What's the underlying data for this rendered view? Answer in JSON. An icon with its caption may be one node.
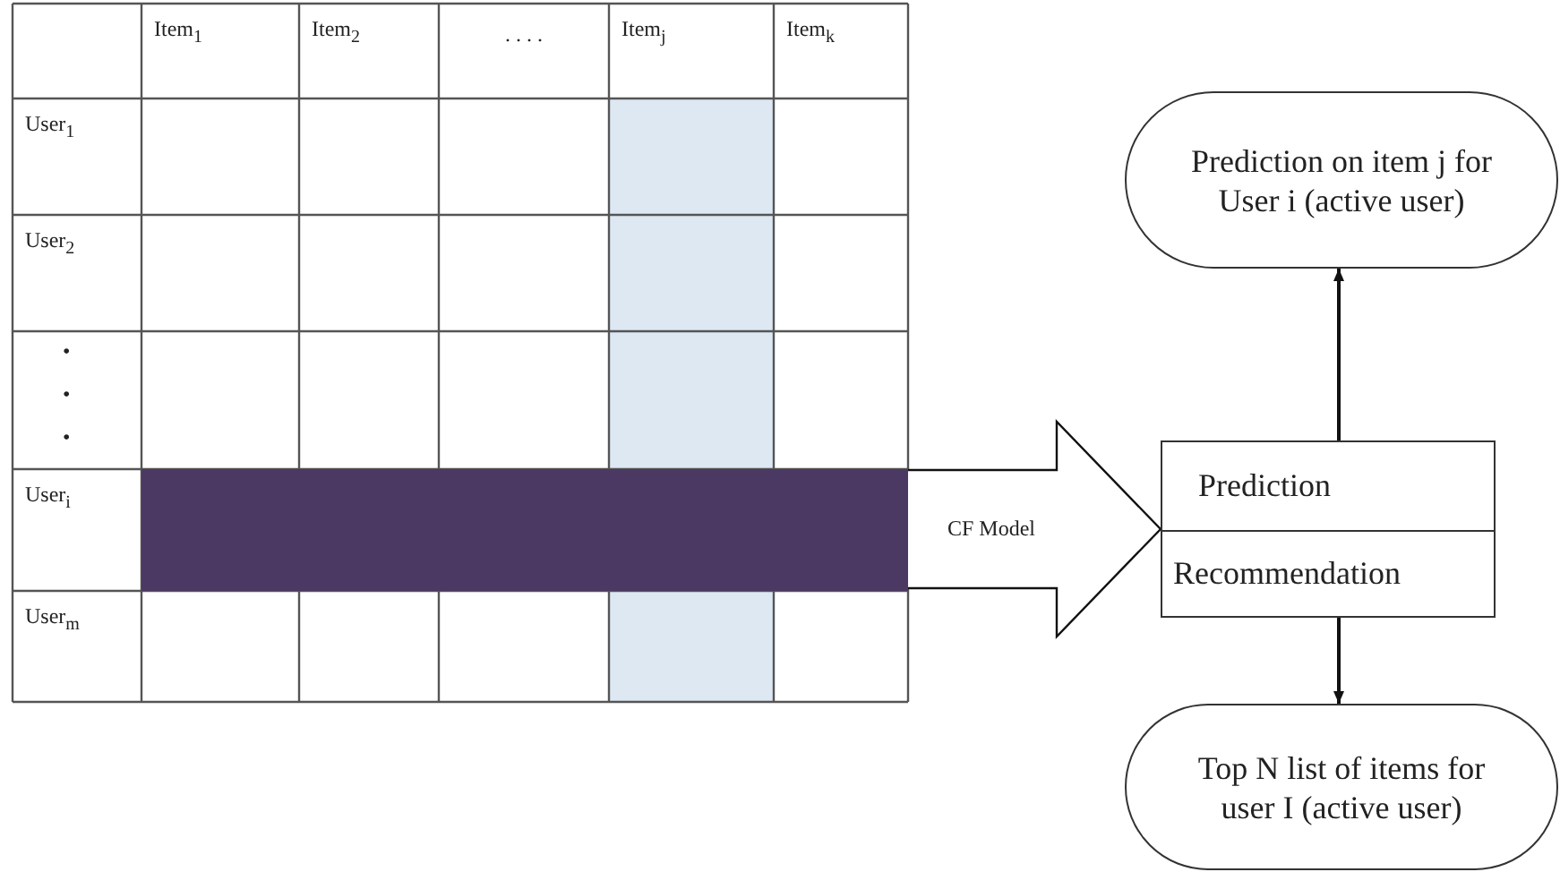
{
  "diagram": {
    "nodes": [
      {
        "text": [],
        "shape": "bar"
      },
      {
        "text": [
          "Prediction",
          "Recommendation"
        ]
      },
      {
        "text": [
          "Prediction on item j for User i (active user)"
        ]
      },
      {
        "text": [
          "Top N list of items for user I (active user)"
        ]
      }
    ],
    "edges": [
      {
        "from": 0,
        "to": 1,
        "arrow": "to",
        "label": "CF Model",
        "style": "thick"
      },
      {
        "from": 1,
        "to": 2,
        "arrow": "to"
      },
      {
        "from": 1,
        "to": 3,
        "arrow": "to"
      }
    ],
    "labels": [
      "Item$_{1}$",
      "Item$_{2}$",
      ". . . .",
      "Item$_{j}$",
      "Item$_{k}$",
      "User$_{1}$",
      "User$_{2}$",
      "•",
      "•",
      "•",
      "User$_{i}$",
      "User$_{m}$"
    ]
  }
}
